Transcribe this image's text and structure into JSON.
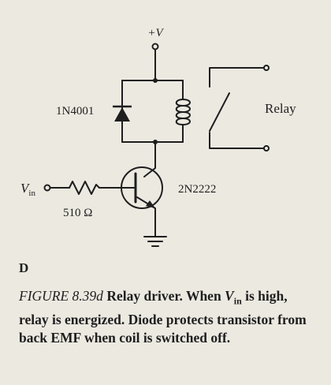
{
  "schematic": {
    "supply_label": "+V",
    "diode_label": "1N4001",
    "relay_label": "Relay",
    "transistor_label": "2N2222",
    "input_label_main": "V",
    "input_label_sub": "in",
    "resistor_label": "510 Ω"
  },
  "caption": {
    "panel_letter": "D",
    "figure_number": "FIGURE 8.39d",
    "title": "Relay driver.",
    "line1_tail": "When",
    "vin_main": "V",
    "vin_sub": "in",
    "line2_rest": "is high, relay is energized. Diode protects transistor from back EMF when coil is switched off."
  }
}
